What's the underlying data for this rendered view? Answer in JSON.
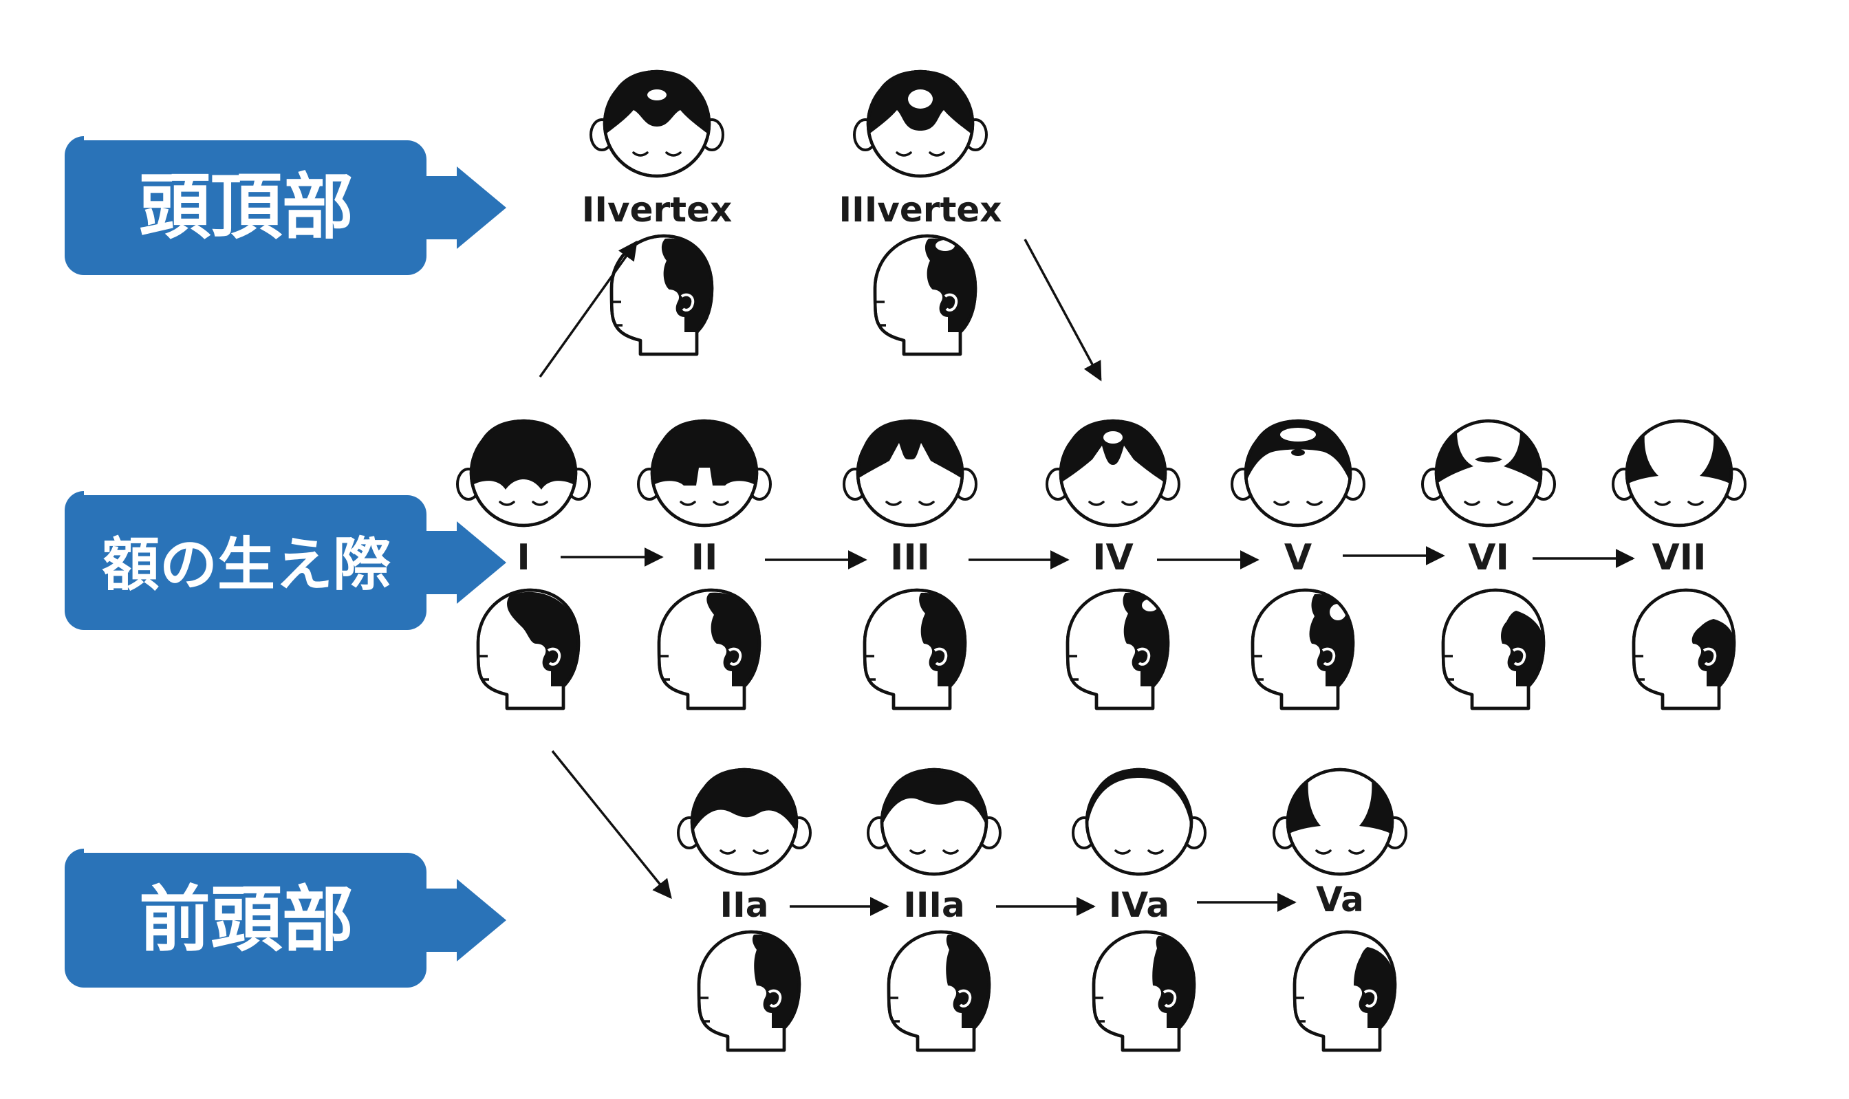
{
  "colors": {
    "category_fill": "#2a73b8",
    "ink": "#111111",
    "paper": "#ffffff"
  },
  "categories": [
    {
      "id": "vertex",
      "label": "頭頂部"
    },
    {
      "id": "hairline",
      "label": "額の生え際"
    },
    {
      "id": "frontal",
      "label": "前頭部"
    }
  ],
  "stages": {
    "vertex": [
      {
        "id": "IIvertex",
        "label": "IIvertex",
        "front": "vertex-2",
        "side": "side-vertex-2"
      },
      {
        "id": "IIIvertex",
        "label": "IIIvertex",
        "front": "vertex-3",
        "side": "side-vertex-3"
      }
    ],
    "main": [
      {
        "id": "I",
        "label": "I",
        "front": "full",
        "side": "side-1"
      },
      {
        "id": "II",
        "label": "II",
        "front": "notch-small",
        "side": "side-2"
      },
      {
        "id": "III",
        "label": "III",
        "front": "notch-deep",
        "side": "side-3"
      },
      {
        "id": "IV",
        "label": "IV",
        "front": "notch-crown",
        "side": "side-4"
      },
      {
        "id": "V",
        "label": "V",
        "front": "bridge",
        "side": "side-5"
      },
      {
        "id": "VI",
        "label": "VI",
        "front": "sides-island",
        "side": "side-6"
      },
      {
        "id": "VII",
        "label": "VII",
        "front": "sides-only",
        "side": "side-7"
      }
    ],
    "frontal": [
      {
        "id": "IIa",
        "label": "IIa",
        "front": "wave-low",
        "side": "side-a2"
      },
      {
        "id": "IIIa",
        "label": "IIIa",
        "front": "wave-high",
        "side": "side-a3"
      },
      {
        "id": "IVa",
        "label": "IVa",
        "front": "rim",
        "side": "side-a4"
      },
      {
        "id": "Va",
        "label": "Va",
        "front": "rim-sides",
        "side": "side-a5"
      }
    ]
  }
}
